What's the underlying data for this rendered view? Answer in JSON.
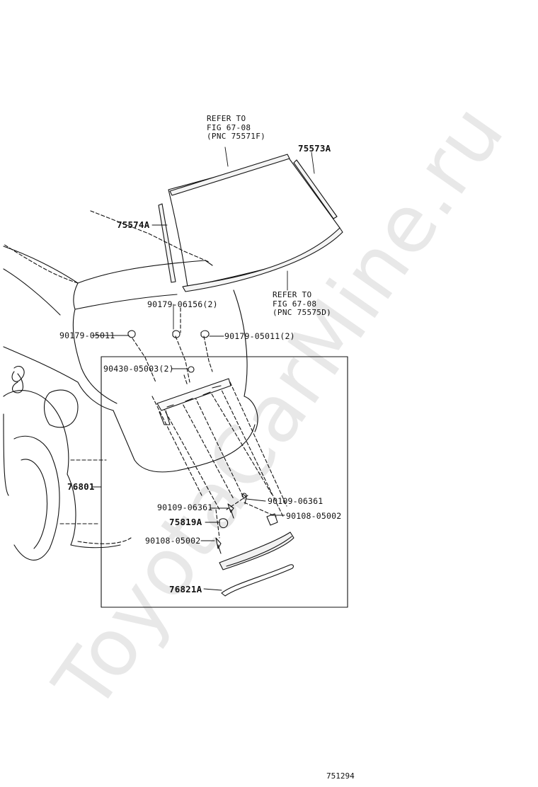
{
  "references": {
    "top": [
      "REFER TO",
      "FIG  67-08",
      "(PNC 75571F)"
    ],
    "bottom": [
      "REFER TO",
      "FIG  67-08",
      "(PNC 75575D)"
    ]
  },
  "labels": {
    "p75573A": "75573A",
    "p75574A": "75574A",
    "p90179_06156": "90179-06156(2)",
    "p90179_05011_left": "90179-05011",
    "p90179_05011_right": "90179-05011(2)",
    "p90430_05003": "90430-05003(2)",
    "p76801": "76801",
    "p90109_06361_left": "90109-06361",
    "p90109_06361_right": "90109-06361",
    "p75819A": "75819A",
    "p90108_05002_right": "90108-05002",
    "p90108_05002_left": "90108-05002",
    "p76821A": "76821A"
  },
  "watermark": "ToyotaCarMine.ru",
  "diagram_code": "751294"
}
